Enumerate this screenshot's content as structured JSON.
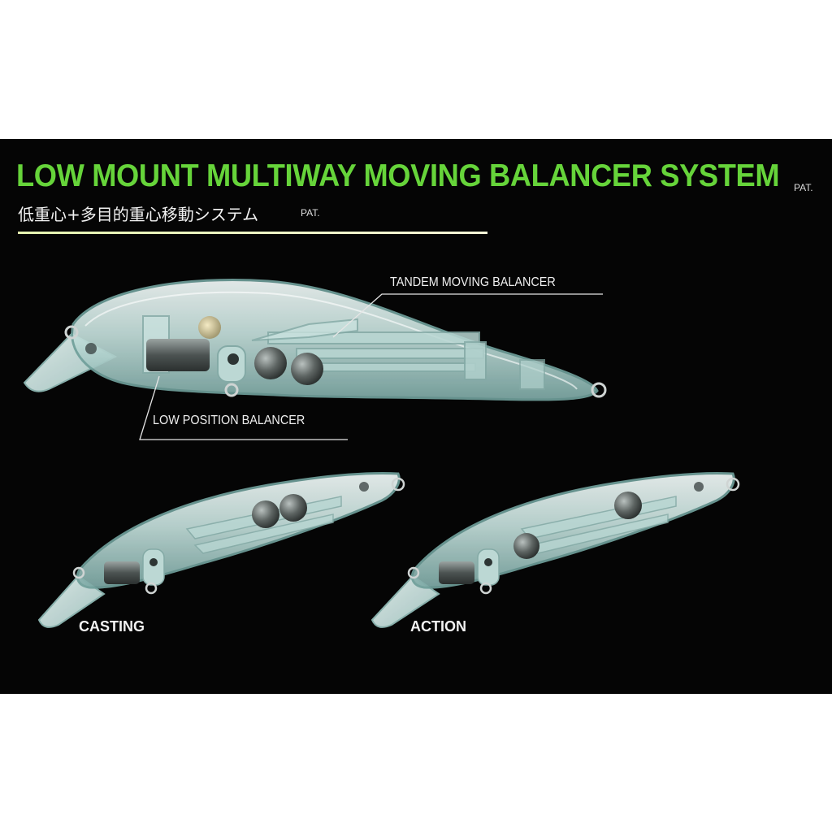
{
  "heading": {
    "title": "LOW MOUNT MULTIWAY MOVING BALANCER SYSTEM",
    "title_mark": "PAT.",
    "subtitle": "低重心+多目的重心移動システム",
    "subtitle_mark": "PAT."
  },
  "callouts": {
    "tandem": "TANDEM MOVING BALANCER",
    "low_position": "LOW POSITION BALANCER"
  },
  "states": {
    "casting": "CASTING",
    "action": "ACTION"
  },
  "colors": {
    "title": "#66d43a",
    "background": "#050505",
    "lure_body": "#9cc7c2",
    "underline": "#eef7c4"
  }
}
